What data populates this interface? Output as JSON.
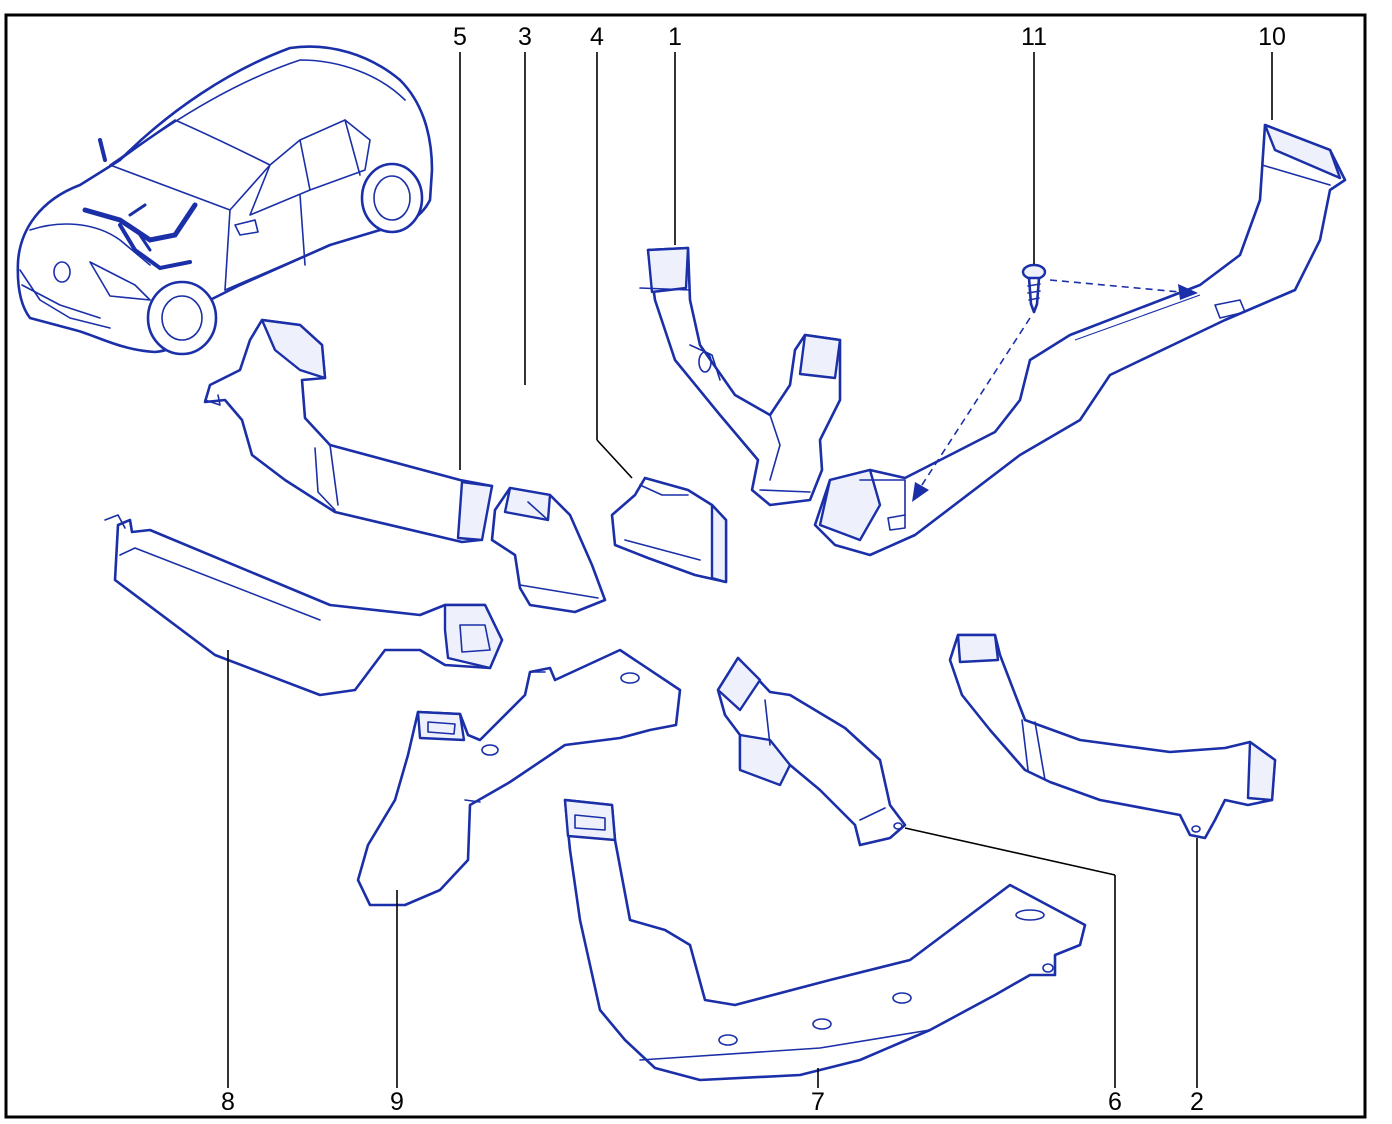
{
  "callouts": {
    "c1": "1",
    "c2": "2",
    "c3": "3",
    "c4": "4",
    "c5": "5",
    "c6": "6",
    "c7": "7",
    "c8": "8",
    "c9": "9",
    "c10": "10",
    "c11": "11"
  },
  "colors": {
    "line": "#1a2fa8",
    "leader": "#000000",
    "background": "#ffffff"
  }
}
